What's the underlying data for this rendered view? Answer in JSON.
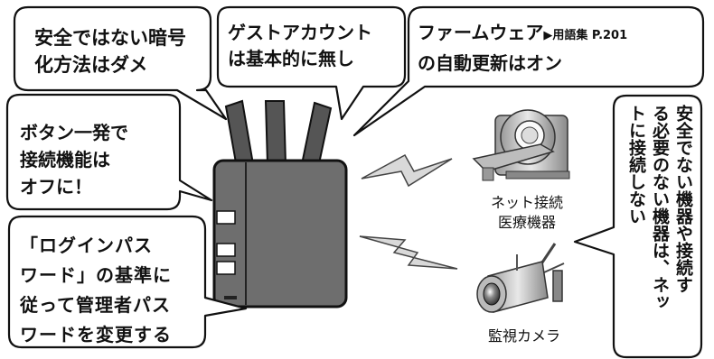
{
  "bubbles": {
    "cipher": {
      "line1": "安全ではない暗号",
      "line2": "化方法はダメ"
    },
    "guest": {
      "line1": "ゲストアカウント",
      "line2": "は基本的に無し"
    },
    "firmware": {
      "line1_main": "ファームウェア",
      "line1_ref": "▶用語集 P.201",
      "line2": "の自動更新はオン"
    },
    "button": {
      "line1": "ボタン一発で",
      "line2": "接続機能は",
      "line3": "オフに！"
    },
    "password": {
      "line1": "「ログインパス",
      "line2": "ワード」の基準に",
      "line3": "従って管理者パス",
      "line4": "ワードを変更する"
    },
    "advice": {
      "col1": "安全でない機器や接続す",
      "col2": "る必要のない機器は、ネッ",
      "col3": "トに接続しない"
    }
  },
  "devices": {
    "medical": {
      "line1": "ネット接続",
      "line2": "医療機器",
      "icon": "mri-scanner-icon"
    },
    "camera": {
      "label": "監視カメラ",
      "icon": "security-camera-icon"
    }
  },
  "router": {
    "icon": "wifi-router-icon"
  }
}
